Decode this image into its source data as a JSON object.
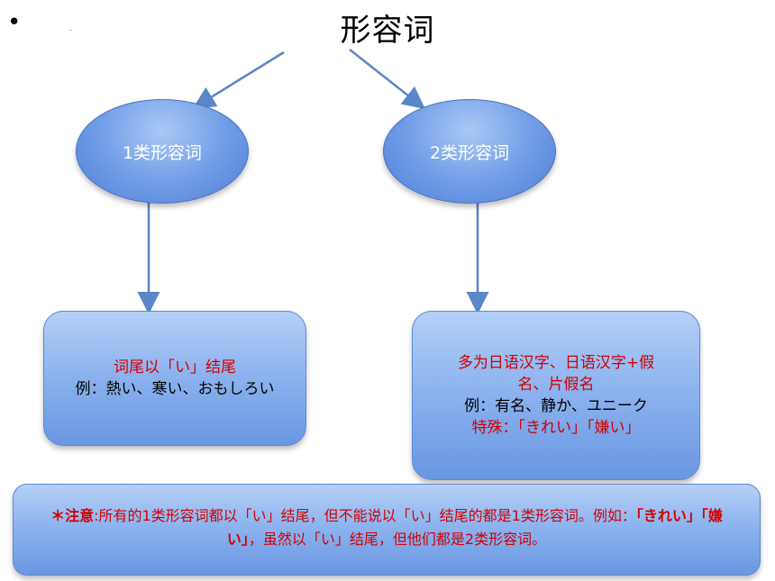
{
  "slide": {
    "bullet": "•",
    "dot": ".",
    "title": "形容词"
  },
  "nodes": {
    "left_ellipse": "1类形容词",
    "right_ellipse": "2类形容词"
  },
  "left_box": {
    "line1": "词尾以「い」结尾",
    "line2": "例：熱い、寒い、おもしろい"
  },
  "right_box": {
    "line1": "多为日语汉字、日语汉字+假",
    "line2": "名、片假名",
    "line3": "例：有名、静か、ユニーク",
    "line4": "特殊：「きれい」「嫌い」"
  },
  "note": {
    "prefix": "＊注意",
    "part1": ":所有的1类形容词都以「い」结尾，但不能说以「い」结尾的都是1类形容词。例如：",
    "examples": "「きれい」「嫌い」",
    "part2": "，虽然以「い」结尾，但他们都是2类形容词。"
  },
  "colors": {
    "accent_red": "#d10000",
    "shape_blue": "#6f9be6",
    "arrow": "#5b86c8"
  }
}
